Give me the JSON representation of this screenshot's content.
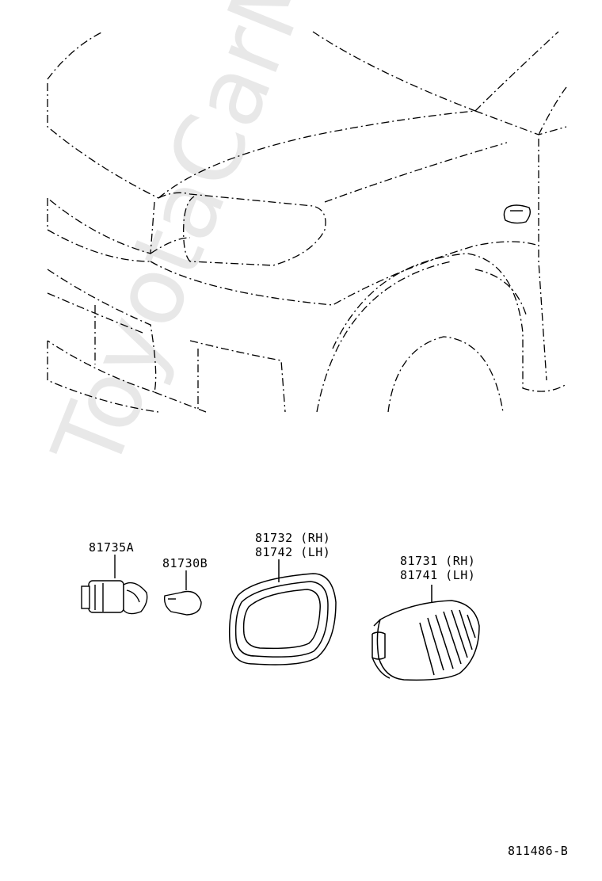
{
  "parts": [
    {
      "number": "81735A"
    },
    {
      "number": "81730B"
    },
    {
      "number": "81732 (RH)"
    },
    {
      "number": "81742 (LH)"
    },
    {
      "number": "81731 (RH)"
    },
    {
      "number": "81741 (LH)"
    }
  ],
  "diagram_code": "811486-B",
  "watermark": "ToyotaCarMine.ru",
  "colors": {
    "line": "#000000",
    "watermark": "#d8d8d8"
  }
}
